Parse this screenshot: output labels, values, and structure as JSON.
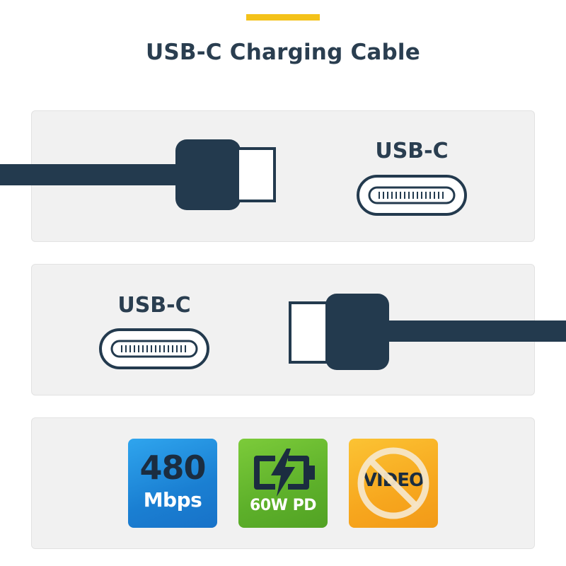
{
  "header": {
    "title": "USB-C Charging Cable",
    "accent_color": "#f4c21a"
  },
  "connectors": {
    "top": {
      "port_label": "USB-C"
    },
    "middle": {
      "port_label": "USB-C"
    }
  },
  "features": [
    {
      "value": "480",
      "unit": "Mbps",
      "icon": "speed",
      "color": "#1a7fd2"
    },
    {
      "label": "60W PD",
      "icon": "battery-charging-icon",
      "color": "#5db02a"
    },
    {
      "label": "VIDEO",
      "icon": "no-video-icon",
      "color": "#f7a71e",
      "crossed_out": true
    }
  ],
  "colors": {
    "cable": "#233a4e",
    "text": "#2a3e50",
    "panel": "#f1f1f1"
  }
}
